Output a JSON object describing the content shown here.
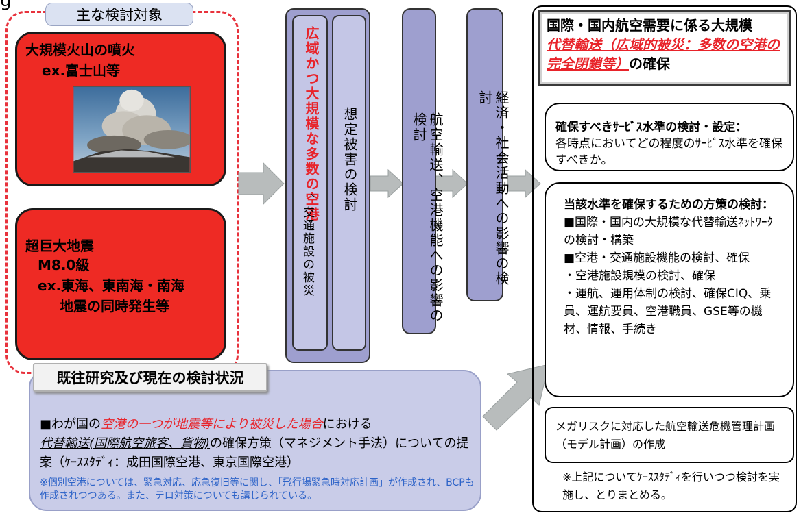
{
  "top_left_fragment": "g",
  "targets": {
    "tab_label": "主な検討対象",
    "volcano": {
      "line1": "大規模火山の噴火",
      "line2": "ex.富士山等"
    },
    "earthquake": {
      "line1": "超巨大地震",
      "line2": "M8.0級",
      "line3": "ex.東海、東南海・南海",
      "line4": "地震の同時発生等"
    }
  },
  "columns": {
    "col1_red": "広域かつ大規模な多数の空港",
    "col1_rest": "、交通施設の被災",
    "col2": "想定被害の検討",
    "col3": "航空輸送、空港機能への影響の検討",
    "col4": "経済・社会活動への影響の検討"
  },
  "right": {
    "title_line1": "国際・国内航空需要に係る大規模",
    "title_red": "代替輸送（広域的被災：多数の空港の完全閉鎖等）",
    "title_end": "の確保",
    "service_bold": "確保すべきｻｰﾋﾞｽ水準の検討・設定：",
    "service_text": "各時点においてどの程度のｻｰﾋﾞｽ水準を確保すべきか。",
    "measures_bold": "当該水準を確保するための方策の検討：",
    "measures_items": [
      "■国際・国内の大規模な代替輸送ﾈｯﾄﾜｰｸの検討・構築",
      "■空港・交通施設機能の検討、確保",
      "・空港施設規模の検討、確保",
      "・運航、運用体制の検討、確保CIQ、乗員、運航要員、空港職員、GSE等の機材、情報、手続き"
    ],
    "megarisk": "メガリスクに対応した航空輸送危機管理計画（モデル計画）の作成",
    "note": "※上記についてｹｰｽｽﾀﾃﾞｨを行いつつ検討を実施し、とりまとめる。"
  },
  "research": {
    "tab_label": "既往研究及び現在の検討状況",
    "p1_a": "■わが国の",
    "p1_b": "空港の一つが地震等により",
    "p1_c": "被災した場合",
    "p1_d": "における",
    "p1_e": "代替輸送(国際航空旅客、貨物)",
    "p1_f": "の確保方策（マネジメント手法）についての提案（ｹｰｽｽﾀﾃﾞｨ：成田国際空港、東京国際空港）",
    "note": "※個別空港については、緊急対応、応急復旧等に関し、「飛行場緊急時対応計画」が作成され、BCPも作成されつつある。また、テロ対策についても講じられている。"
  }
}
